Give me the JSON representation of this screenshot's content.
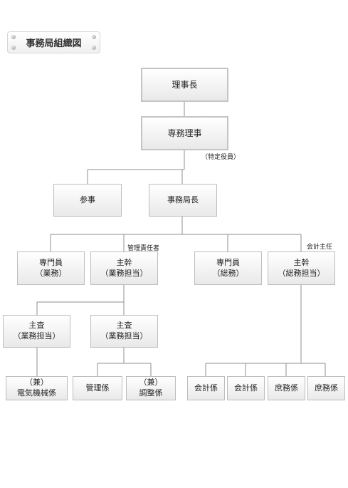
{
  "title": "事務局組織図",
  "nodes": {
    "chairman": "理事長",
    "secretary_director": "専務理事",
    "counselor": "参事",
    "secretariat_head": "事務局長",
    "specialist_business": {
      "line1": "専門員",
      "line2": "（業務）"
    },
    "chief_business": {
      "line1": "主幹",
      "line2": "（業務担当）"
    },
    "specialist_general": {
      "line1": "専門員",
      "line2": "（総務）"
    },
    "chief_general": {
      "line1": "主幹",
      "line2": "（総務担当）"
    },
    "inspector_left": {
      "line1": "主査",
      "line2": "（業務担当）"
    },
    "inspector_right": {
      "line1": "主査",
      "line2": "（業務担当）"
    },
    "electric_machinery": {
      "line1": "（兼）",
      "line2": "電気機械係"
    },
    "management": "管理係",
    "coordination": {
      "line1": "（兼）",
      "line2": "調整係"
    },
    "accounting_1": "会計係",
    "accounting_2": "会計係",
    "general_affairs_1": "庶務係",
    "general_affairs_2": "庶務係"
  },
  "notes": {
    "specific_officer": "（特定役員）",
    "management_responsible": "管理責任者",
    "accounting_chief": "会計主任"
  }
}
